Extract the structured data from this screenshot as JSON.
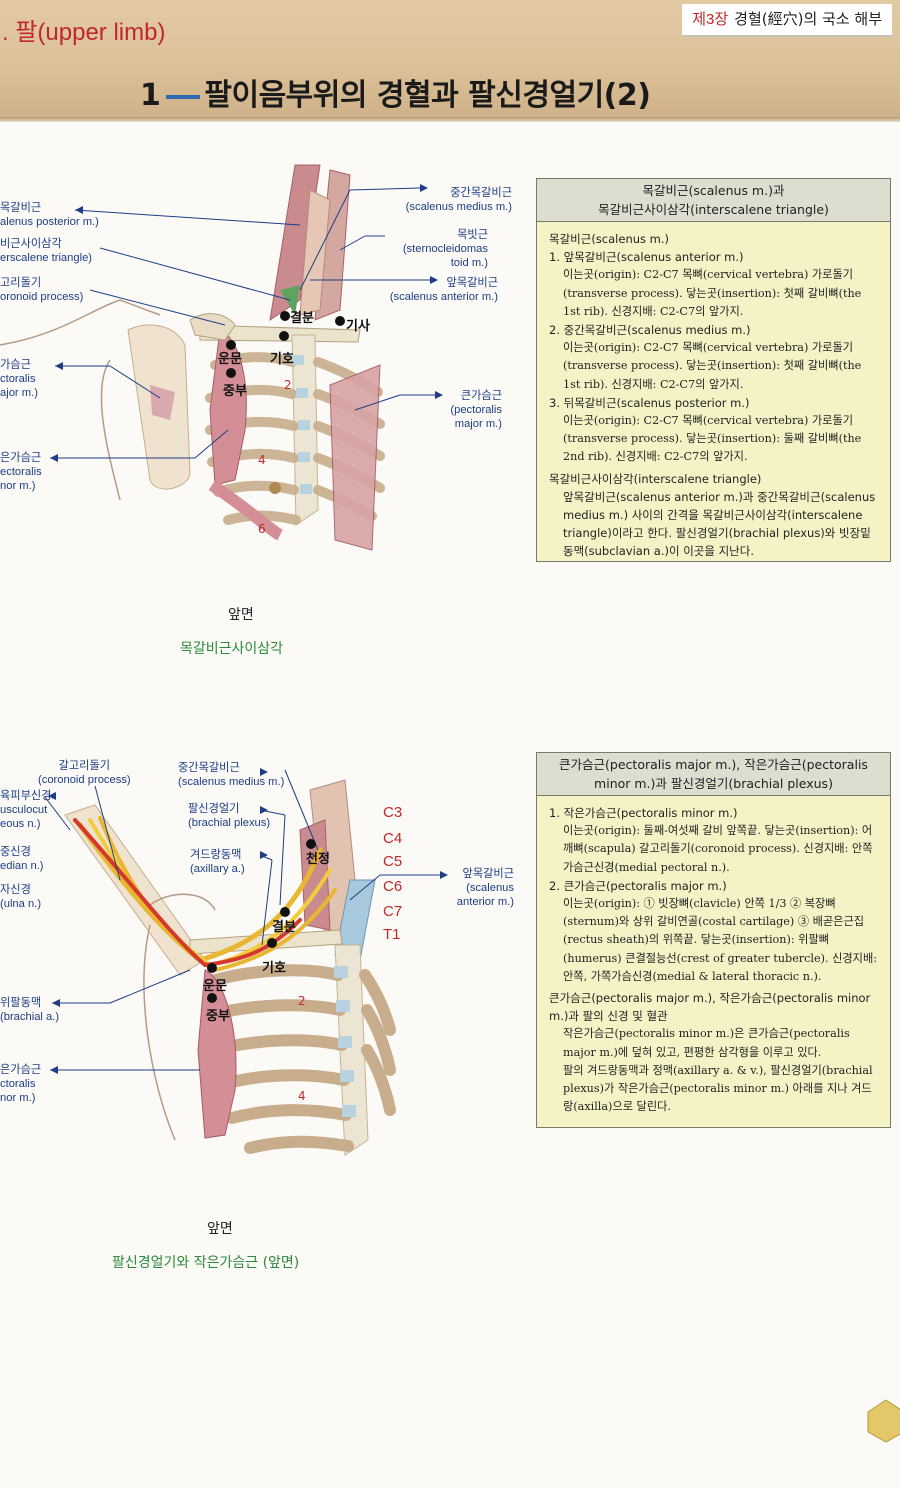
{
  "header": {
    "section": ". 팔(upper limb)",
    "chapter_num": "제3장",
    "chapter_title": "경혈(經穴)의 국소 해부",
    "title_num": "1",
    "title": "팔이음부위의 경혈과 팔신경얼기(2)"
  },
  "fig1": {
    "caption1": "앞면",
    "caption2": "목갈비근사이삼각",
    "labels_left": [
      {
        "ko": "목갈비근",
        "en": "alenus posterior m.)"
      },
      {
        "ko": "비근사이삼각",
        "en": "erscalene triangle)"
      },
      {
        "ko": "고리돌기",
        "en": "oronoid process)"
      },
      {
        "ko": "가슴근",
        "en": "ctoralis",
        "en2": "ajor m.)"
      },
      {
        "ko": "은가슴근",
        "en": "ectoralis",
        "en2": "nor m.)"
      }
    ],
    "labels_right": [
      {
        "ko": "중간목갈비근",
        "en": "(scalenus medius m.)"
      },
      {
        "ko": "목빗근",
        "en": "(sternocleidomas",
        "en2": "toid m.)"
      },
      {
        "ko": "앞목갈비근",
        "en": "(scalenus anterior m.)"
      },
      {
        "ko": "큰가슴근",
        "en": "(pectoralis",
        "en2": "major m.)"
      }
    ],
    "points": [
      "결분",
      "기사",
      "운문",
      "기호",
      "중부"
    ],
    "ribs": [
      "2",
      "4",
      "6"
    ]
  },
  "fig2": {
    "caption1": "앞면",
    "caption2": "팔신경얼기와 작은가슴근 (앞면)",
    "labels_top": [
      {
        "ko": "갈고리돌기",
        "en": "(coronoid process)"
      },
      {
        "ko": "중간목갈비근",
        "en": "(scalenus medius m.)"
      },
      {
        "ko": "팔신경얼기",
        "en": "(brachial plexus)"
      },
      {
        "ko": "겨드랑동맥",
        "en": "(axillary a.)"
      }
    ],
    "labels_left": [
      {
        "ko": "육피부신경",
        "en": "usculocut",
        "en2": "eous n.)"
      },
      {
        "ko": "중신경",
        "en": "edian n.)"
      },
      {
        "ko": "자신경",
        "en": "(ulna n.)"
      },
      {
        "ko": "위팔동맥",
        "en": "(brachial a.)"
      },
      {
        "ko": "은가슴근",
        "en": "ctoralis",
        "en2": "nor m.)"
      }
    ],
    "label_right": {
      "ko": "앞목갈비근",
      "en": "(scalenus",
      "en2": "anterior m.)"
    },
    "nerve_roots": [
      "C3",
      "C4",
      "C5",
      "C6",
      "C7",
      "T1"
    ],
    "points": [
      "천정",
      "결분",
      "기호",
      "운문",
      "중부"
    ],
    "ribs": [
      "2",
      "4"
    ]
  },
  "box1": {
    "head1": "목갈비근(scalenus m.)과",
    "head2": "목갈비근사이삼각(interscalene triangle)",
    "sub1": "목갈비근(scalenus m.)",
    "items": [
      {
        "t": "1. 앞목갈비근(scalenus anterior m.)",
        "d": "이는곳(origin): C2-C7 목뼈(cervical vertebra) 가로돌기(transverse process). 닿는곳(insertion): 첫째 갈비뼈(the 1st rib). 신경지배: C2-C7의 앞가지."
      },
      {
        "t": "2. 중간목갈비근(scalenus medius m.)",
        "d": "이는곳(origin): C2-C7 목뼈(cervical vertebra) 가로돌기(transverse process). 닿는곳(insertion): 첫째 갈비뼈(the 1st rib). 신경지배: C2-C7의 앞가지."
      },
      {
        "t": "3. 뒤목갈비근(scalenus posterior m.)",
        "d": "이는곳(origin): C2-C7 목뼈(cervical vertebra) 가로돌기(transverse process). 닿는곳(insertion): 둘째 갈비뼈(the 2nd rib). 신경지배: C2-C7의 앞가지."
      }
    ],
    "sub2": "목갈비근사이삼각(interscalene triangle)",
    "p2": "앞목갈비근(scalenus anterior m.)과 중간목갈비근(scalenus medius m.) 사이의 간격을 목갈비근사이삼각(interscalene triangle)이라고 한다. 팔신경얼기(brachial plexus)와 빗장밑동맥(subclavian a.)이 이곳을 지난다."
  },
  "box2": {
    "head1": "큰가슴근(pectoralis major m.), 작은가슴근(pectoralis",
    "head2": "minor m.)과 팔신경얼기(brachial plexus)",
    "items": [
      {
        "t": "1. 작은가슴근(pectoralis minor m.)",
        "d": "이는곳(origin): 둘째-여섯째 갈비 앞쪽끝. 닿는곳(insertion): 어깨뼈(scapula) 갈고리돌기(coronoid process). 신경지배: 안쪽가슴근신경(medial pectoral n.)."
      },
      {
        "t": "2. 큰가슴근(pectoralis major m.)",
        "d": "이는곳(origin): ① 빗장뼈(clavicle) 안쪽 1/3 ② 복장뼈(sternum)와 상위 갈비연골(costal cartilage) ③ 배곧은근집(rectus sheath)의 위쪽끝. 닿는곳(insertion): 위팔뼈(humerus) 큰결절능선(crest of greater tubercle). 신경지배: 안쪽, 가쪽가슴신경(medial & lateral thoracic n.)."
      }
    ],
    "sub2": "큰가슴근(pectoralis major m.), 작은가슴근(pectoralis minor m.)과 팔의 신경 및 혈관",
    "p2a": "작은가슴근(pectoralis minor m.)은 큰가슴근(pectoralis major m.)에 덮혀 있고, 편평한 삼각형을 이루고 있다.",
    "p2b": "팔의 겨드랑동맥과 정맥(axillary a. & v.), 팔신경얼기(brachial plexus)가 작은가슴근(pectoralis minor m.) 아래를 지나 겨드랑(axilla)으로 달린다."
  }
}
